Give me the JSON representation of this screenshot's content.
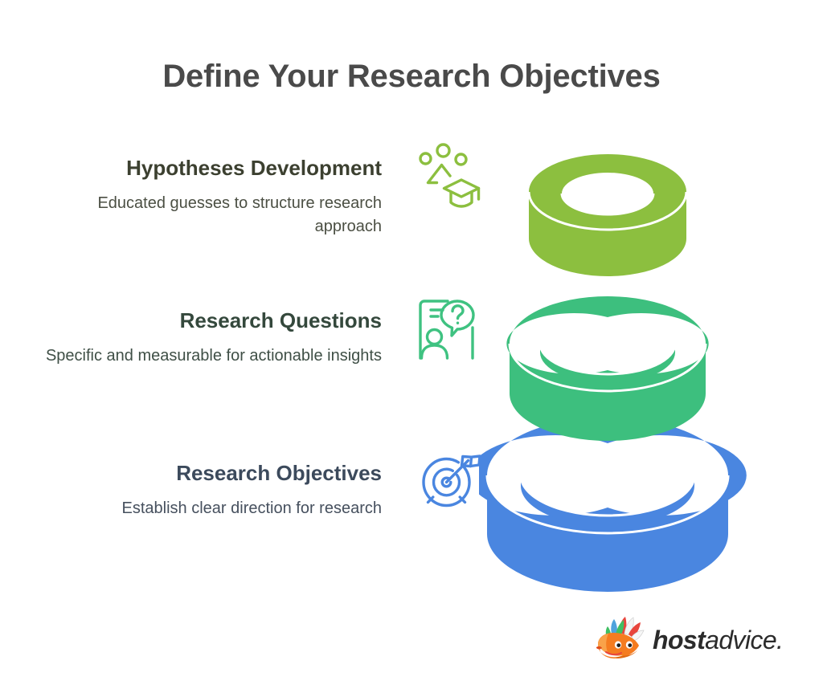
{
  "title": "Define Your Research Objectives",
  "background_color": "#ffffff",
  "title_color": "#4a4a4a",
  "steps": [
    {
      "heading": "Hypotheses Development",
      "description": "Educated guesses to structure research approach",
      "heading_color": "#3c4030",
      "description_color": "#4b4f43",
      "icon": "graduation-cap-idea-icon",
      "icon_color": "#8cbf3f",
      "ring_color": "#8cbf3f"
    },
    {
      "heading": "Research Questions",
      "description": "Specific and measurable for actionable insights",
      "heading_color": "#34483c",
      "description_color": "#3f4f46",
      "icon": "person-question-board-icon",
      "icon_color": "#3fc281",
      "ring_color": "#3dbf7e"
    },
    {
      "heading": "Research Objectives",
      "description": "Establish clear direction for research",
      "heading_color": "#3c4a5c",
      "description_color": "#46505e",
      "icon": "target-arrow-icon",
      "icon_color": "#4a86e0",
      "ring_color": "#4a86e0"
    }
  ],
  "ring_stack": {
    "name": "stacked-rings-graphic",
    "rings": [
      {
        "label": "top-ring",
        "color": "#8cbf3f"
      },
      {
        "label": "middle-ring",
        "color": "#3dbf7e"
      },
      {
        "label": "bottom-ring",
        "color": "#4a86e0"
      }
    ]
  },
  "logo": {
    "brand_bold": "host",
    "brand_light": "advice.",
    "mark": "fox-mascot-icon"
  }
}
